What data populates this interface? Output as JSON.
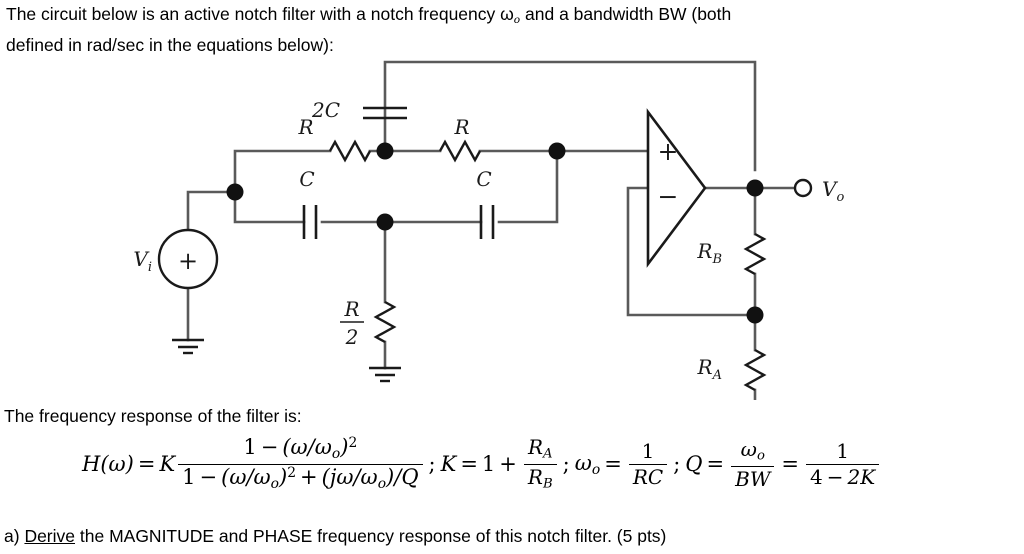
{
  "document": {
    "intro_line1": "The circuit below is an active notch filter with a notch frequency ω",
    "intro_sub1": "o",
    "intro_line1b": " and a bandwidth BW (both",
    "intro_line2": "defined in rad/sec in the equations below):",
    "response_heading": "The frequency response of the filter is:",
    "task_label": "a)",
    "task_underlined": "Derive",
    "task_rest": " the MAGNITUDE and PHASE frequency response of this notch filter. (5 pts)"
  },
  "equation": {
    "h_of_omega": "H(ω)",
    "equals": "=",
    "k_factor": "K",
    "main_numerator_a": "1",
    "main_numerator_minus": "−",
    "main_numerator_b": "(ω/ω",
    "main_numerator_sub": "o",
    "main_numerator_c": ")",
    "main_numerator_pow": "2",
    "main_denominator_a": "1",
    "main_denominator_minus": "−",
    "main_denominator_b": "(ω/ω",
    "main_denominator_sub": "o",
    "main_denominator_c": ")",
    "main_denominator_pow": "2",
    "main_denominator_plus": "+",
    "main_denominator_d": "(jω/ω",
    "main_denominator_sub2": "o",
    "main_denominator_e": ")/Q",
    "semicolon": ";",
    "k_name": "K",
    "k_one": "1",
    "k_plus": "+",
    "k_num": "R",
    "k_num_sub": "A",
    "k_den": "R",
    "k_den_sub": "B",
    "omega_name": "ω",
    "omega_sub": "o",
    "omega_num": "1",
    "omega_den": "RC",
    "q_name": "Q",
    "q_num": "ω",
    "q_num_sub": "o",
    "q_den": "BW",
    "q2_num": "1",
    "q2_den_a": "4",
    "q2_den_minus": "−",
    "q2_den_b": "2K"
  },
  "circuit": {
    "title": "active-notch-filter-twin-t",
    "labels": {
      "vi": "V",
      "vi_sub": "i",
      "vo": "V",
      "vo_sub": "o",
      "r_top_left": "R",
      "r_top_right": "R",
      "cap_2c": "2C",
      "cap_c_left": "C",
      "cap_c_right": "C",
      "r_half_num": "R",
      "r_half_den": "2",
      "rb": "R",
      "rb_sub": "B",
      "ra": "R",
      "ra_sub": "A",
      "opamp_plus": "+",
      "opamp_minus": "−",
      "source_plus": "+"
    },
    "colors": {
      "wire": "#5a5a5a",
      "component": "#1a1a1a",
      "node": "#111111",
      "background": "#ffffff"
    }
  }
}
